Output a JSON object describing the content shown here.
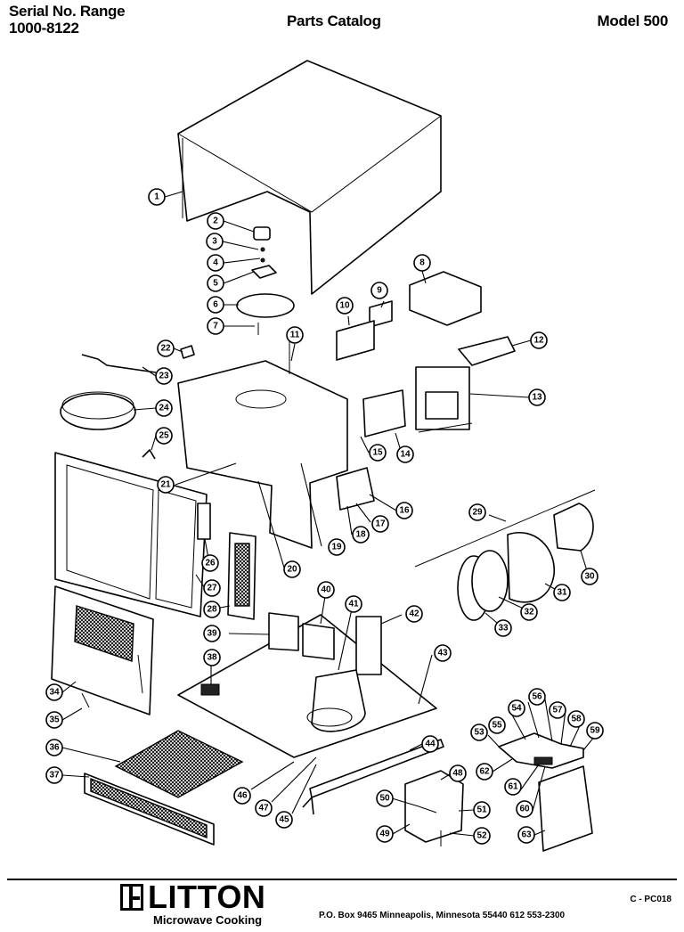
{
  "header": {
    "serial_label": "Serial No. Range",
    "serial_range": "1000-8122",
    "catalog_title": "Parts Catalog",
    "model_title": "Model 500"
  },
  "callouts": [
    "1",
    "2",
    "3",
    "4",
    "5",
    "6",
    "7",
    "8",
    "9",
    "10",
    "11",
    "12",
    "13",
    "14",
    "15",
    "16",
    "17",
    "18",
    "19",
    "20",
    "21",
    "22",
    "23",
    "24",
    "25",
    "26",
    "27",
    "28",
    "29",
    "30",
    "31",
    "32",
    "33",
    "34",
    "35",
    "36",
    "37",
    "38",
    "39",
    "40",
    "41",
    "42",
    "43",
    "44",
    "45",
    "46",
    "47",
    "48",
    "49",
    "50",
    "51",
    "52",
    "53",
    "54",
    "55",
    "56",
    "57",
    "58",
    "59",
    "60",
    "61",
    "62",
    "63"
  ],
  "footer": {
    "brand_name": "LITTON",
    "brand_tagline": "Microwave Cooking",
    "address": "P.O. Box 9465   Minneapolis, Minnesota 55440   612  553-2300",
    "doc_code": "C - PC018"
  }
}
